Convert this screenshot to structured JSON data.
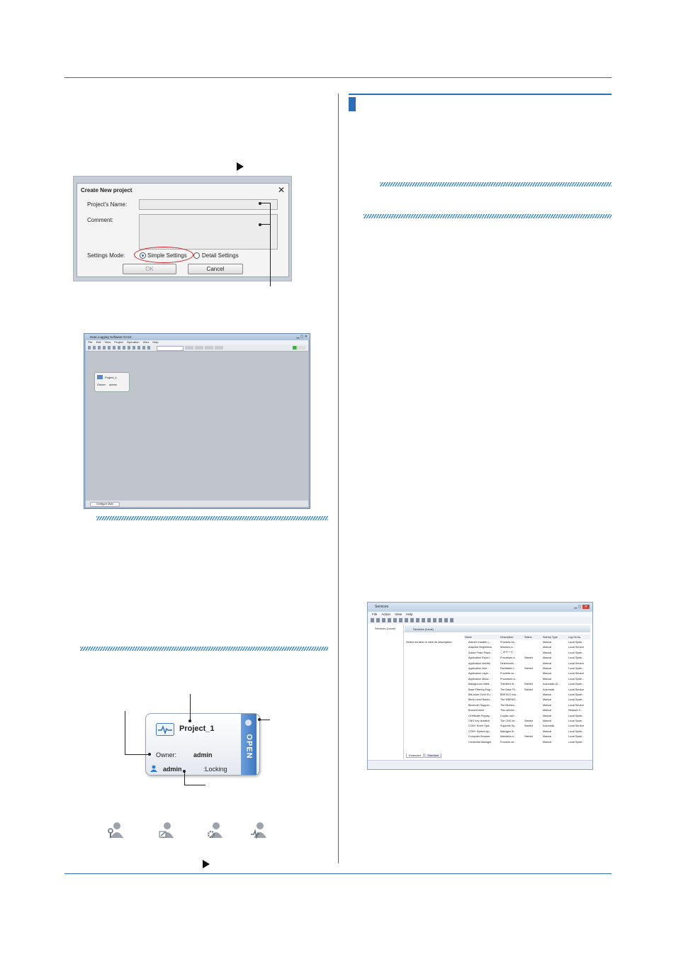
{
  "dialog": {
    "title": "Create New project",
    "close_glyph": "✕",
    "name_label": "Project's Name:",
    "comment_label": "Comment:",
    "mode_label": "Settings Mode:",
    "simple_label": "Simple Settings",
    "detail_label": "Detail Settings",
    "ok_label": "OK",
    "cancel_label": "Cancel"
  },
  "software_window": {
    "title": "Data Logging Software GA10",
    "menu": [
      "File",
      "Edit",
      "View",
      "Project",
      "Operation",
      "View",
      "Help"
    ],
    "card_name": "Project_1",
    "card_owner": "Owner:",
    "card_owner_value": "admin",
    "status_button": "Configure Main"
  },
  "project_card": {
    "name": "Project_1",
    "owner_label": "Owner:",
    "owner_value": "admin",
    "user": "admin",
    "lock_status": ":Locking",
    "open_label": "OPEN"
  },
  "icons": [
    "key-user-icon",
    "edit-user-icon",
    "gear-user-icon",
    "monitor-user-icon"
  ],
  "services": {
    "title": "Services",
    "menu": [
      "File",
      "Action",
      "View",
      "Help"
    ],
    "tree_item": "Services (Local)",
    "header": "Services (Local)",
    "description_hint": "Select an item to view its description.",
    "columns": [
      "Name",
      "Description",
      "Status",
      "Startup Type",
      "Log On As"
    ],
    "rows": [
      [
        "ActiveX Installer (...",
        "Provides Us...",
        "",
        "Manual",
        "Local Syste..."
      ],
      [
        "Adaptive Brightness",
        "Monitors a...",
        "",
        "Manual",
        "Local Service"
      ],
      [
        "Adobe Flash Playe...",
        "このサービ...",
        "",
        "Manual",
        "Local Syste..."
      ],
      [
        "Application Experi...",
        "Processes a...",
        "Started",
        "Manual",
        "Local Syste..."
      ],
      [
        "Application Identity",
        "Determines ...",
        "",
        "Manual",
        "Local Service"
      ],
      [
        "Application Infor...",
        "Facilitates t...",
        "Started",
        "Manual",
        "Local Syste..."
      ],
      [
        "Application Layer ...",
        "Provides su...",
        "",
        "Manual",
        "Local Service"
      ],
      [
        "Application Mana...",
        "Processes in...",
        "",
        "Manual",
        "Local Syste..."
      ],
      [
        "Background Intelli...",
        "Transfers fil...",
        "Started",
        "Automatic (D...",
        "Local Syste..."
      ],
      [
        "Base Filtering Engi...",
        "The Base Fil...",
        "Started",
        "Automatic",
        "Local Service"
      ],
      [
        "BitLocker Drive En...",
        "BDESVC hos...",
        "",
        "Manual",
        "Local Syste..."
      ],
      [
        "Block Level Backu...",
        "The WBENG...",
        "",
        "Manual",
        "Local Syste..."
      ],
      [
        "Bluetooth Support...",
        "The Bluetoo...",
        "",
        "Manual",
        "Local Service"
      ],
      [
        "BranchCache",
        "This service...",
        "",
        "Manual",
        "Network S..."
      ],
      [
        "Certificate Propag...",
        "Copies user ...",
        "",
        "Manual",
        "Local Syste..."
      ],
      [
        "CNG Key Isolation",
        "The CNG ke...",
        "Started",
        "Manual",
        "Local Syste..."
      ],
      [
        "COM+ Event Syst...",
        "Supports Sy...",
        "Started",
        "Automatic",
        "Local Service"
      ],
      [
        "COM+ System Ap...",
        "Manages th...",
        "",
        "Manual",
        "Local Syste..."
      ],
      [
        "Computer Browser",
        "Maintains a...",
        "Started",
        "Manual",
        "Local Syste..."
      ],
      [
        "Credential Manager",
        "Provides se...",
        "",
        "Manual",
        "Local Syste..."
      ]
    ],
    "tabs": [
      "Extended",
      "Standard"
    ]
  }
}
